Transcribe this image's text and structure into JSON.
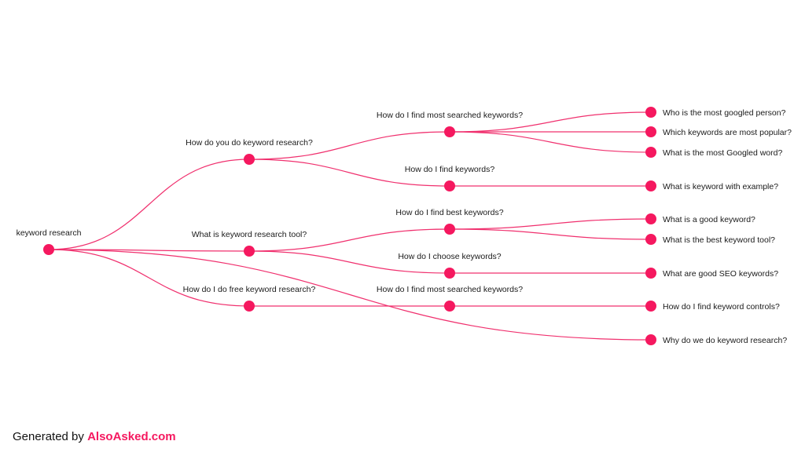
{
  "colors": {
    "accent": "#f5185f",
    "edge": "#f0306e",
    "text": "#1a1a1a"
  },
  "footer": {
    "prefix": "Generated by",
    "brand": "AlsoAsked.com"
  },
  "tree": {
    "nodes": [
      {
        "id": "root",
        "label": "keyword research",
        "label_side": "above"
      },
      {
        "id": "q1",
        "label": "How do you do keyword research?",
        "label_side": "above"
      },
      {
        "id": "q2",
        "label": "What is keyword research tool?",
        "label_side": "above"
      },
      {
        "id": "q3",
        "label": "How do I do free keyword research?",
        "label_side": "above"
      },
      {
        "id": "q1a",
        "label": "How do I find most searched keywords?",
        "label_side": "above"
      },
      {
        "id": "q1b",
        "label": "How do I find keywords?",
        "label_side": "above"
      },
      {
        "id": "q2a",
        "label": "How do I find best keywords?",
        "label_side": "above"
      },
      {
        "id": "q2b",
        "label": "How do I choose keywords?",
        "label_side": "above"
      },
      {
        "id": "q3a",
        "label": "How do I find most searched keywords?",
        "label_side": "above"
      },
      {
        "id": "l1",
        "label": "Who is the most googled person?",
        "label_side": "right"
      },
      {
        "id": "l2",
        "label": "Which keywords are most popular?",
        "label_side": "right"
      },
      {
        "id": "l3",
        "label": "What is the most Googled word?",
        "label_side": "right"
      },
      {
        "id": "l4",
        "label": "What is keyword with example?",
        "label_side": "right"
      },
      {
        "id": "l5",
        "label": "What is a good keyword?",
        "label_side": "right"
      },
      {
        "id": "l6",
        "label": "What is the best keyword tool?",
        "label_side": "right"
      },
      {
        "id": "l7",
        "label": "What are good SEO keywords?",
        "label_side": "right"
      },
      {
        "id": "l8",
        "label": "How do I find keyword controls?",
        "label_side": "right"
      },
      {
        "id": "l9",
        "label": "Why do we do keyword research?",
        "label_side": "right"
      }
    ],
    "edges": [
      {
        "from": "root",
        "to": "q1"
      },
      {
        "from": "root",
        "to": "q2"
      },
      {
        "from": "root",
        "to": "q3"
      },
      {
        "from": "root",
        "to": "l9"
      },
      {
        "from": "q1",
        "to": "q1a"
      },
      {
        "from": "q1",
        "to": "q1b"
      },
      {
        "from": "q2",
        "to": "q2a"
      },
      {
        "from": "q2",
        "to": "q2b"
      },
      {
        "from": "q3",
        "to": "q3a"
      },
      {
        "from": "q1a",
        "to": "l1"
      },
      {
        "from": "q1a",
        "to": "l2"
      },
      {
        "from": "q1a",
        "to": "l3"
      },
      {
        "from": "q1b",
        "to": "l4"
      },
      {
        "from": "q2a",
        "to": "l5"
      },
      {
        "from": "q2a",
        "to": "l6"
      },
      {
        "from": "q2b",
        "to": "l7"
      },
      {
        "from": "q3a",
        "to": "l8"
      }
    ]
  }
}
